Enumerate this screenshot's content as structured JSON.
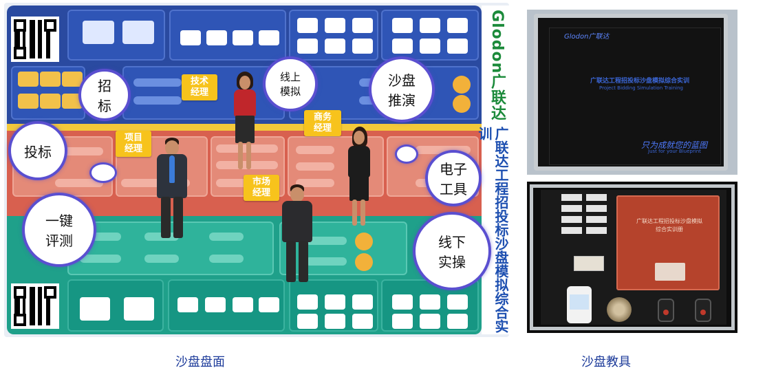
{
  "board": {
    "labels": {
      "zhaobiao": "招\n标",
      "xianshang": "线上\n模拟",
      "shapan_tuiyan": "沙盘\n推演",
      "toubiao": "投标",
      "dianzi_gongju": "电子\n工具",
      "yijian_pingce": "一键\n评测",
      "xianxia_shicao": "线下\n实操"
    },
    "roles": {
      "tech_manager": "技术\n经理",
      "project_manager": "项目\n经理",
      "business_manager": "商务\n经理",
      "market_manager": "市场\n经理"
    },
    "brand_logo": "Glodon广联达",
    "product_title": "广联达工程招投标沙盘模拟综合实训"
  },
  "captions": {
    "board": "沙盘盘面",
    "kit": "沙盘教具"
  },
  "kit": {
    "case_brand": "Glodon广联达",
    "case_title": "广联达工程招投标沙盘模拟综合实训",
    "case_subtitle": "Project Bidding Simulation Training",
    "slogan": "只为成就您的蓝图",
    "slogan_en": "Just for your Blueprint",
    "book_title": "广联达工程招投标沙盘模拟\n综合实训册"
  },
  "colors": {
    "bubble_border": "#5a4fd0",
    "role_tag": "#f7c31c",
    "caption": "#1d3b9a"
  }
}
